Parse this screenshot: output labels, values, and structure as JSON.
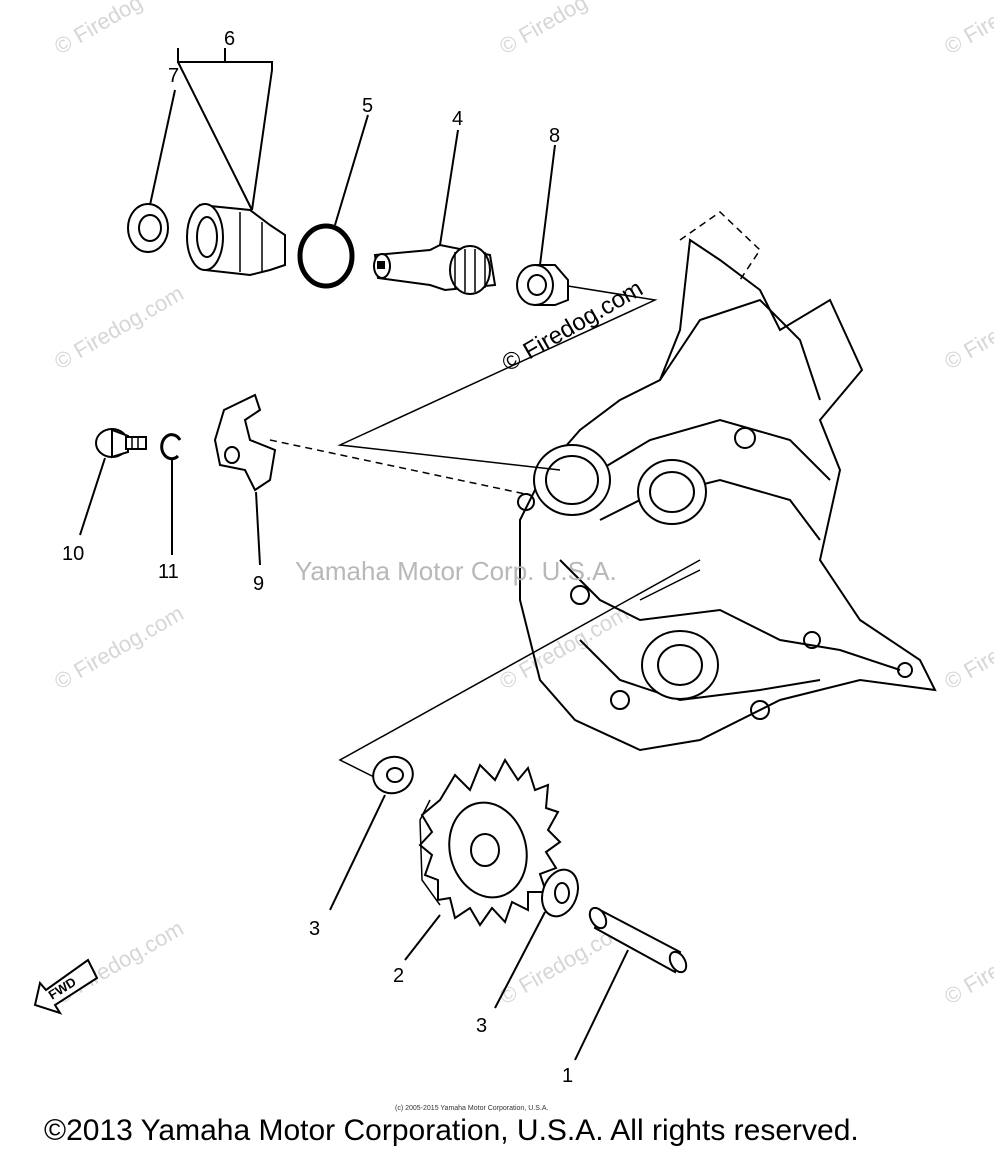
{
  "diagram": {
    "part_labels": [
      "6",
      "7",
      "5",
      "4",
      "8",
      "10",
      "11",
      "9",
      "3",
      "2",
      "3",
      "1"
    ],
    "fwd_label": "FWD",
    "center_watermark": "Yamaha Motor Corp. U.S.A.",
    "site_watermark": "© Firedog.com",
    "small_watermark": "© Firedog",
    "fine_print": "(c) 2005-2015 Yamaha Motor Corporation, U.S.A.",
    "copyright": "©2013 Yamaha Motor Corporation, U.S.A. All rights reserved."
  }
}
